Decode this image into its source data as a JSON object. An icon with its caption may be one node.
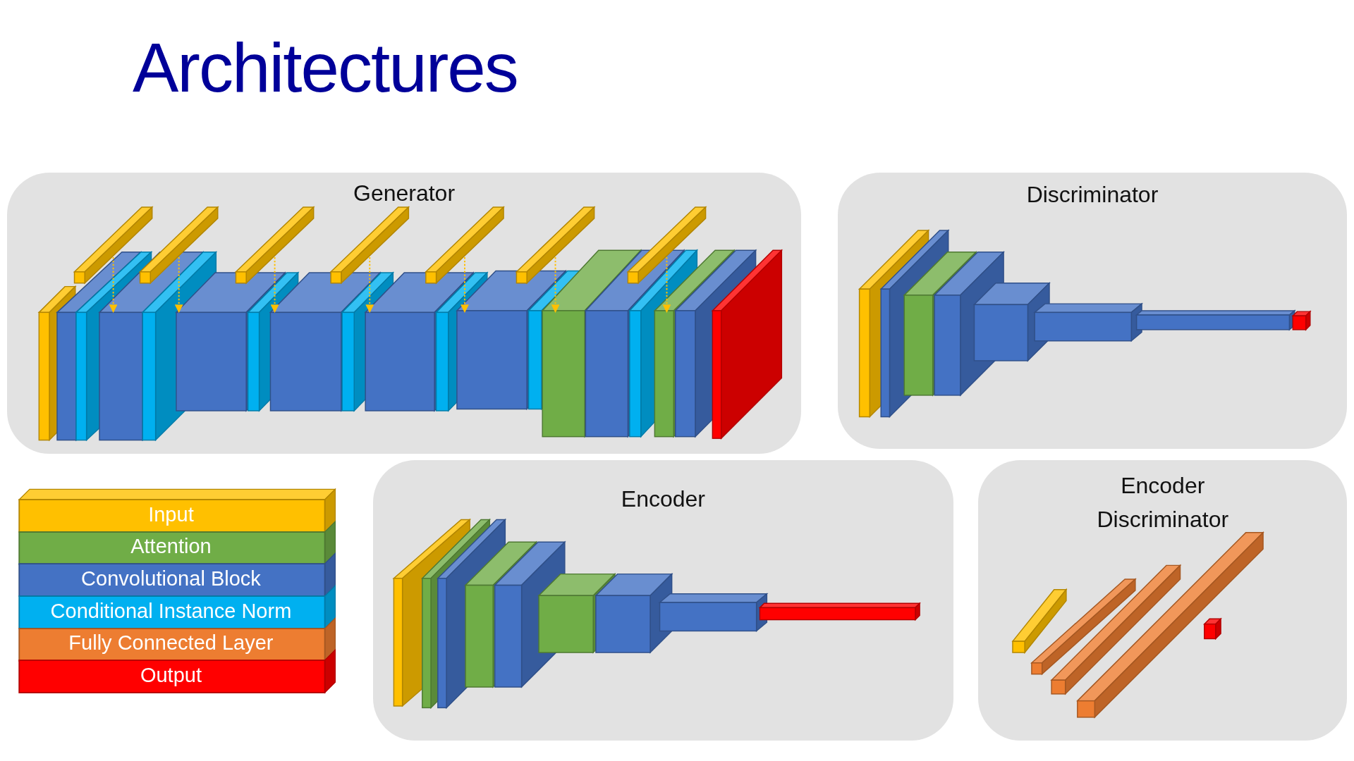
{
  "diagram": {
    "title": "Architectures",
    "nodes": [
      {
        "text": [
          "Generator"
        ]
      },
      {
        "text": [],
        "shape": "bar",
        "in": 0
      },
      {
        "text": [],
        "shape": "bar",
        "in": 0
      },
      {
        "text": [],
        "shape": "bar",
        "in": 0
      },
      {
        "text": [],
        "shape": "bar",
        "in": 0
      },
      {
        "text": [],
        "shape": "bar",
        "in": 0
      },
      {
        "text": [],
        "shape": "bar",
        "in": 0
      },
      {
        "text": [],
        "shape": "bar",
        "in": 0
      },
      {
        "text": [
          "Discriminator"
        ]
      },
      {
        "text": [
          "Encoder"
        ]
      },
      {
        "text": [
          "Encoder Discriminator"
        ]
      }
    ],
    "edges": [
      {
        "from": 1,
        "to": null,
        "arrow": "to",
        "style": "dashed"
      },
      {
        "from": 2,
        "to": null,
        "arrow": "to",
        "style": "dashed"
      },
      {
        "from": 3,
        "to": null,
        "arrow": "to",
        "style": "dashed"
      },
      {
        "from": 4,
        "to": null,
        "arrow": "to",
        "style": "dashed"
      },
      {
        "from": 5,
        "to": null,
        "arrow": "to",
        "style": "dashed"
      },
      {
        "from": 6,
        "to": null,
        "arrow": "to",
        "style": "dashed"
      },
      {
        "from": 7,
        "to": null,
        "arrow": "to",
        "style": "dashed"
      }
    ],
    "legend": [
      {
        "text": "Input",
        "color": "#ffc000"
      },
      {
        "text": "Attention",
        "color": "#70ad47"
      },
      {
        "text": "Convolutional Block",
        "color": "#4472c4"
      },
      {
        "text": "Conditional Instance Norm",
        "color": "#00b0f0"
      },
      {
        "text": "Fully Connected Layer",
        "color": "#ed7d31"
      },
      {
        "text": "Output",
        "color": "#ff0000"
      }
    ]
  }
}
